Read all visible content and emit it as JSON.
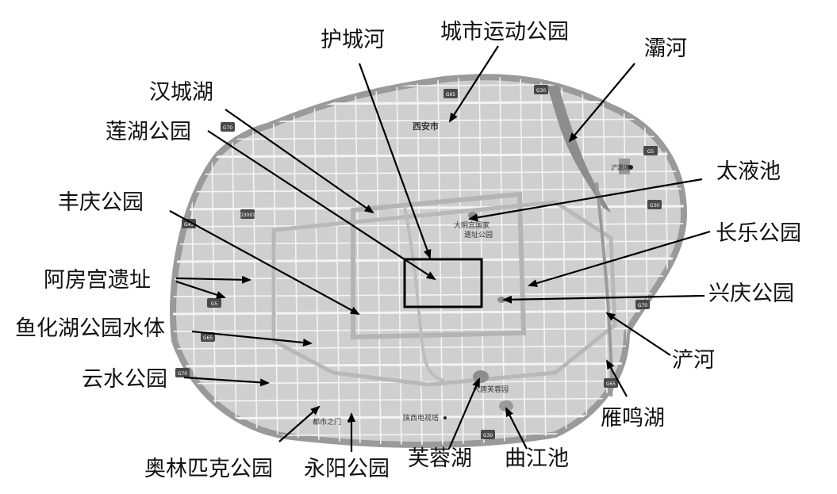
{
  "map": {
    "labels": {
      "hucheng_he": "护城河",
      "chengshi_yundong": "城市运动公园",
      "ba_he": "灞河",
      "hancheng_hu": "汉城湖",
      "lianhu": "莲湖公园",
      "taiye_chi": "太液池",
      "fengqing": "丰庆公园",
      "changle": "长乐公园",
      "efang": "阿房宫遗址",
      "xingqing": "兴庆公园",
      "yuhuahu": "鱼化湖公园水体",
      "chan_he": "浐河",
      "yunshui": "云水公园",
      "yanming": "雁鸣湖",
      "aolinpike": "奥林匹克公园",
      "yongyang": "永阳公园",
      "furong": "芙蓉湖",
      "qujiang": "曲江池"
    },
    "places": {
      "xian": "西安市",
      "daminggong_1": "大明宫国家",
      "daminggong_2": "遗址公园",
      "datang_furong": "大唐芙蓉园",
      "shaanxi_tv": "陕西电视塔",
      "ducheng": "都市之门",
      "chanba": "浐灞塘"
    },
    "shields": [
      "G70",
      "G65",
      "G30",
      "G5",
      "G3001",
      "G45",
      "G30",
      "G5",
      "G65",
      "G70"
    ],
    "colors": {
      "land": "#cfcfcf",
      "road": "#f4f4f4",
      "ring": "#a8a8a8",
      "water": "#8d8d8d",
      "arrow": "#000000"
    }
  }
}
